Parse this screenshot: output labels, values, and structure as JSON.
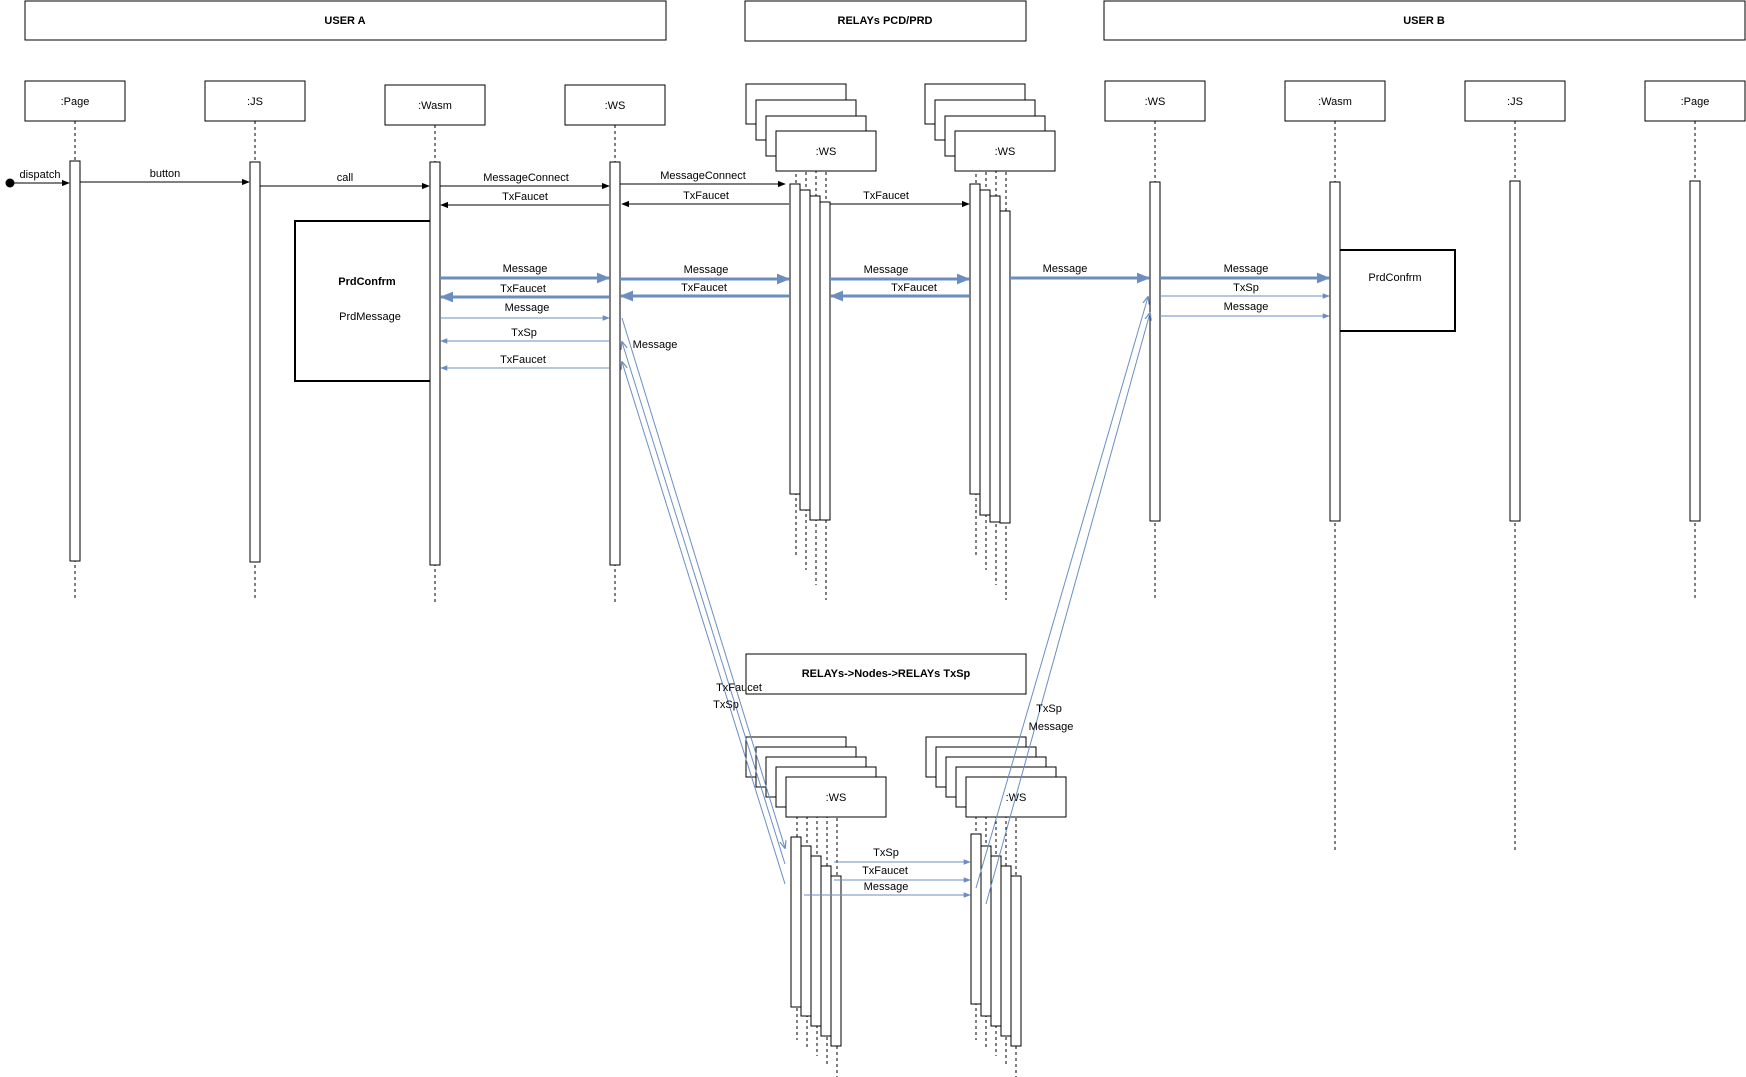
{
  "colors": {
    "black": "#000000",
    "blue": "#6c8ebf",
    "white": "#ffffff"
  },
  "groups": {
    "user_a": "USER A",
    "relays": "RELAYs PCD/PRD",
    "user_b": "USER B",
    "nodes": "RELAYs->Nodes->RELAYs TxSp"
  },
  "participants": {
    "page": ":Page",
    "js": ":JS",
    "wasm": ":Wasm",
    "ws": ":WS"
  },
  "notes": {
    "left_title": "PrdConfrm",
    "left_body": "PrdMessage",
    "right_title": "PrdConfrm"
  },
  "messages": {
    "dispatch": "dispatch",
    "button": "button",
    "call": "call",
    "message_connect": "MessageConnect",
    "tx_faucet": "TxFaucet",
    "message": "Message",
    "tx_sp": "TxSp"
  }
}
